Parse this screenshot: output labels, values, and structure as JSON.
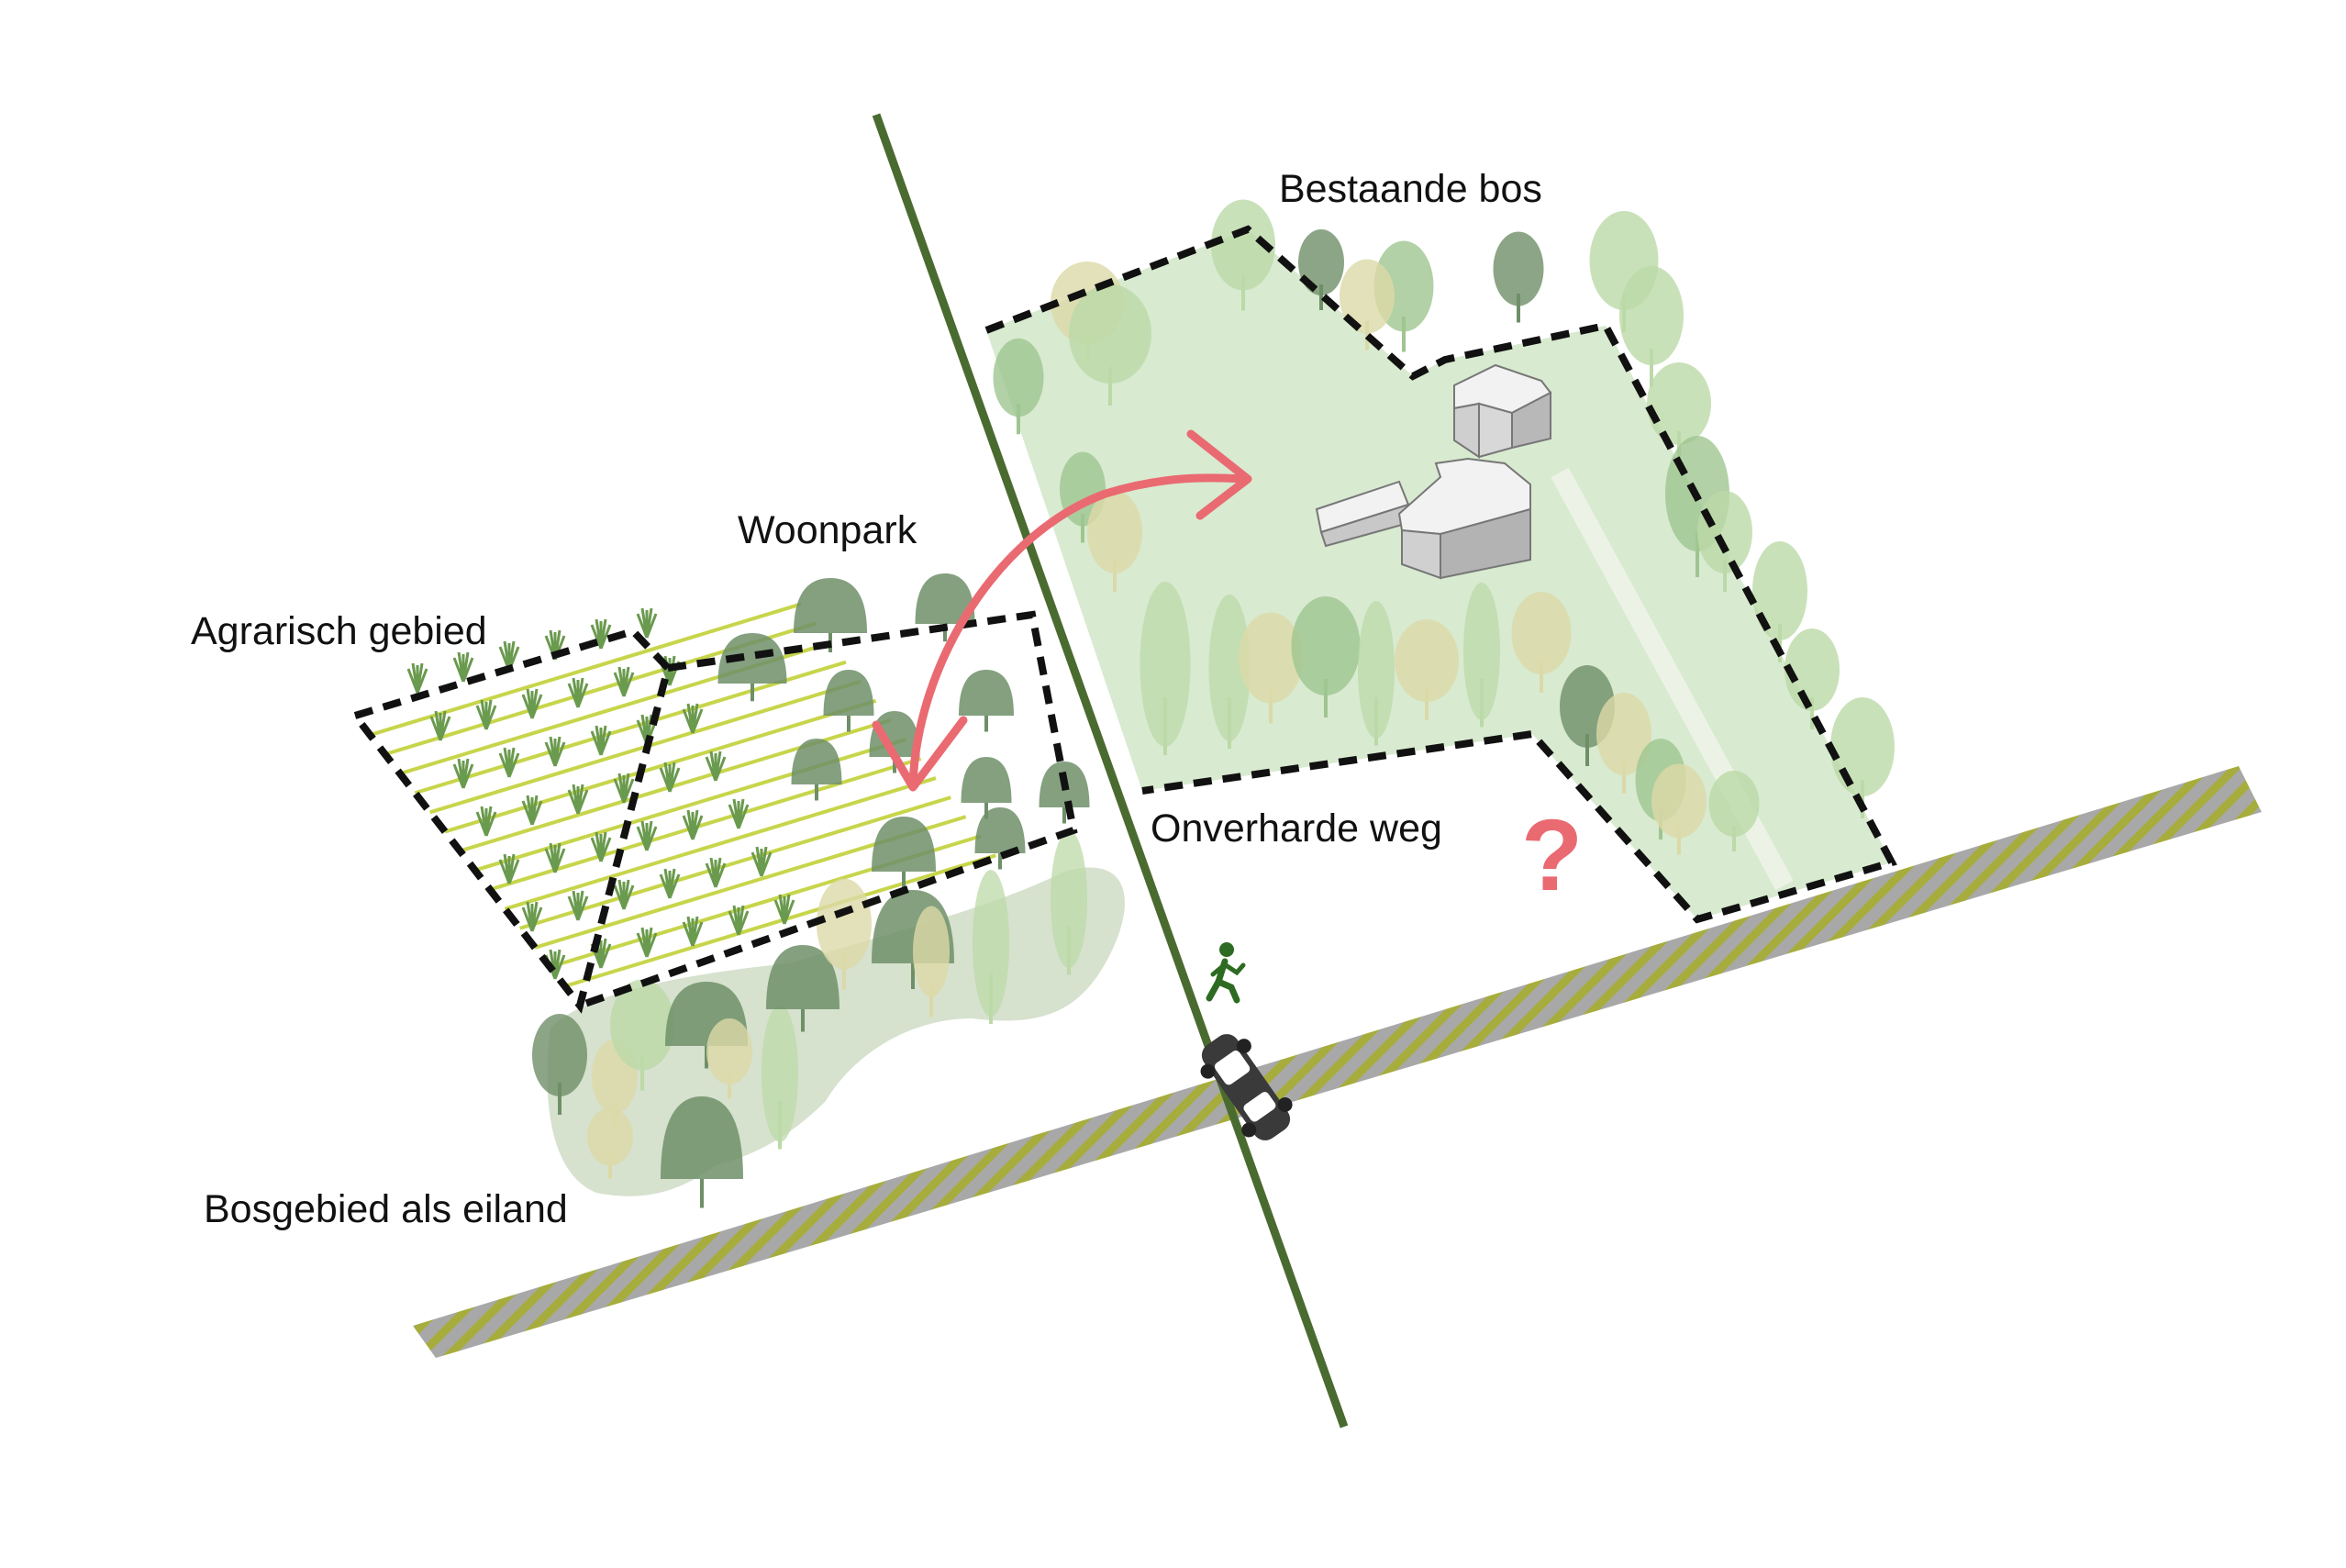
{
  "labels": {
    "bestaande_bos": "Bestaande bos",
    "woonpark": "Woonpark",
    "agrarisch_gebied": "Agrarisch gebied",
    "onverharde_weg": "Onverharde weg",
    "bosgebied_als_eiland": "Bosgebied als eiland",
    "question_mark": "?"
  },
  "colors": {
    "green_path": "#4a6b30",
    "arrow": "#ea6a72",
    "question": "#ea6a72",
    "forest_fill": "#d8ead0",
    "island_fill": "#cfdcc6",
    "tree_dark": "#6f8f68",
    "tree_mid": "#9fc590",
    "tree_light": "#bcd9a8",
    "tree_beige": "#dcd9a8",
    "road_grey": "#a8a8a8",
    "road_stripe": "#a6ad3c",
    "field_line": "#c7d54a",
    "boundary": "#111111",
    "building": "#e8e8e8"
  },
  "icons": {
    "walker": "pedestrian-icon",
    "car": "car-icon",
    "arrow": "double-arrow-icon"
  }
}
